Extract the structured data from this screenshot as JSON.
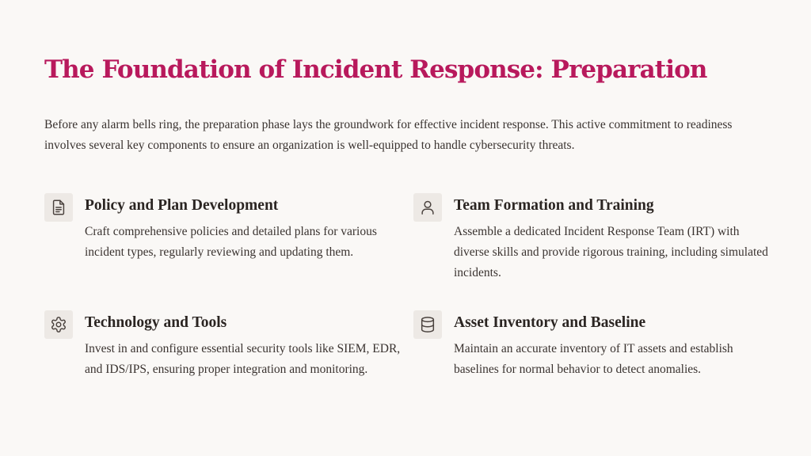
{
  "slide": {
    "title": "The Foundation of Incident Response: Preparation",
    "intro": "Before any alarm bells ring, the preparation phase lays the groundwork for effective incident response. This active commitment to readiness involves several key components to ensure an organization is well-equipped to handle cybersecurity threats.",
    "accent_color": "#b8195c",
    "cards": [
      {
        "icon": "document-icon",
        "title": "Policy and Plan Development",
        "description": "Craft comprehensive policies and detailed plans for various incident types, regularly reviewing and updating them."
      },
      {
        "icon": "user-icon",
        "title": "Team Formation and Training",
        "description": "Assemble a dedicated Incident Response Team (IRT) with diverse skills and provide rigorous training, including simulated incidents."
      },
      {
        "icon": "gear-icon",
        "title": "Technology and Tools",
        "description": "Invest in and configure essential security tools like SIEM, EDR, and IDS/IPS, ensuring proper integration and monitoring."
      },
      {
        "icon": "database-icon",
        "title": "Asset Inventory and Baseline",
        "description": "Maintain an accurate inventory of IT assets and establish baselines for normal behavior to detect anomalies."
      }
    ]
  }
}
